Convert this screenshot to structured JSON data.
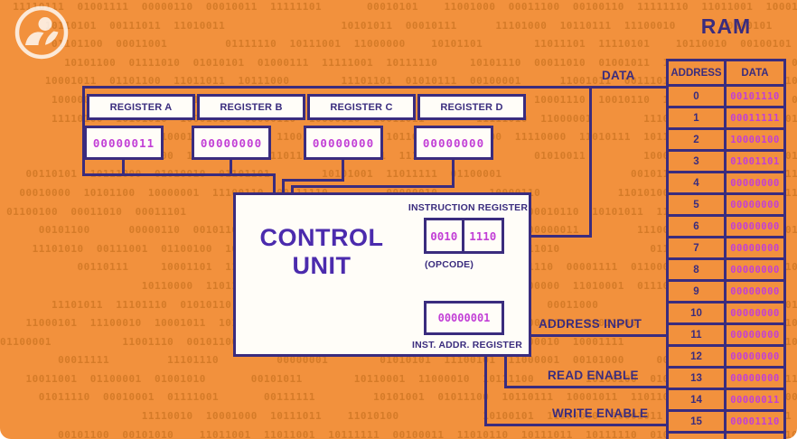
{
  "brand": {
    "logo": "pbs-logo"
  },
  "background": {
    "pattern": "binary-digits-texture"
  },
  "colors": {
    "background": "#F2913D",
    "ink": "#3A2C7E",
    "binary_value": "#C23FD6",
    "control_title": "#4B2BAD",
    "box_fill": "#FFFDF8"
  },
  "registers": [
    {
      "label": "REGISTER A",
      "value": "00000011"
    },
    {
      "label": "REGISTER B",
      "value": "00000000"
    },
    {
      "label": "REGISTER C",
      "value": "00000000"
    },
    {
      "label": "REGISTER D",
      "value": "00000000"
    }
  ],
  "control_unit": {
    "title_line1": "CONTROL",
    "title_line2": "UNIT",
    "instruction_register": {
      "label": "INSTRUCTION REGISTER",
      "opcode_bits": "0010",
      "address_bits": "1110",
      "sublabel": "(OPCODE)"
    },
    "inst_addr_register": {
      "value": "00000001",
      "label": "INST. ADDR. REGISTER"
    }
  },
  "bus_labels": {
    "data": "DATA",
    "address_input": "ADDRESS INPUT",
    "read_enable": "READ ENABLE",
    "write_enable": "WRITE ENABLE"
  },
  "ram": {
    "title": "RAM",
    "columns": {
      "address": "ADDRESS",
      "data": "DATA"
    },
    "rows": [
      {
        "address": "0",
        "data": "00101110"
      },
      {
        "address": "1",
        "data": "00011111"
      },
      {
        "address": "2",
        "data": "10000100"
      },
      {
        "address": "3",
        "data": "01001101"
      },
      {
        "address": "4",
        "data": "00000000"
      },
      {
        "address": "5",
        "data": "00000000"
      },
      {
        "address": "6",
        "data": "00000000"
      },
      {
        "address": "7",
        "data": "00000000"
      },
      {
        "address": "8",
        "data": "00000000"
      },
      {
        "address": "9",
        "data": "00000000"
      },
      {
        "address": "10",
        "data": "00000000"
      },
      {
        "address": "11",
        "data": "00000000"
      },
      {
        "address": "12",
        "data": "00000000"
      },
      {
        "address": "13",
        "data": "00000000"
      },
      {
        "address": "14",
        "data": "00000011"
      },
      {
        "address": "15",
        "data": "00001110"
      }
    ]
  }
}
